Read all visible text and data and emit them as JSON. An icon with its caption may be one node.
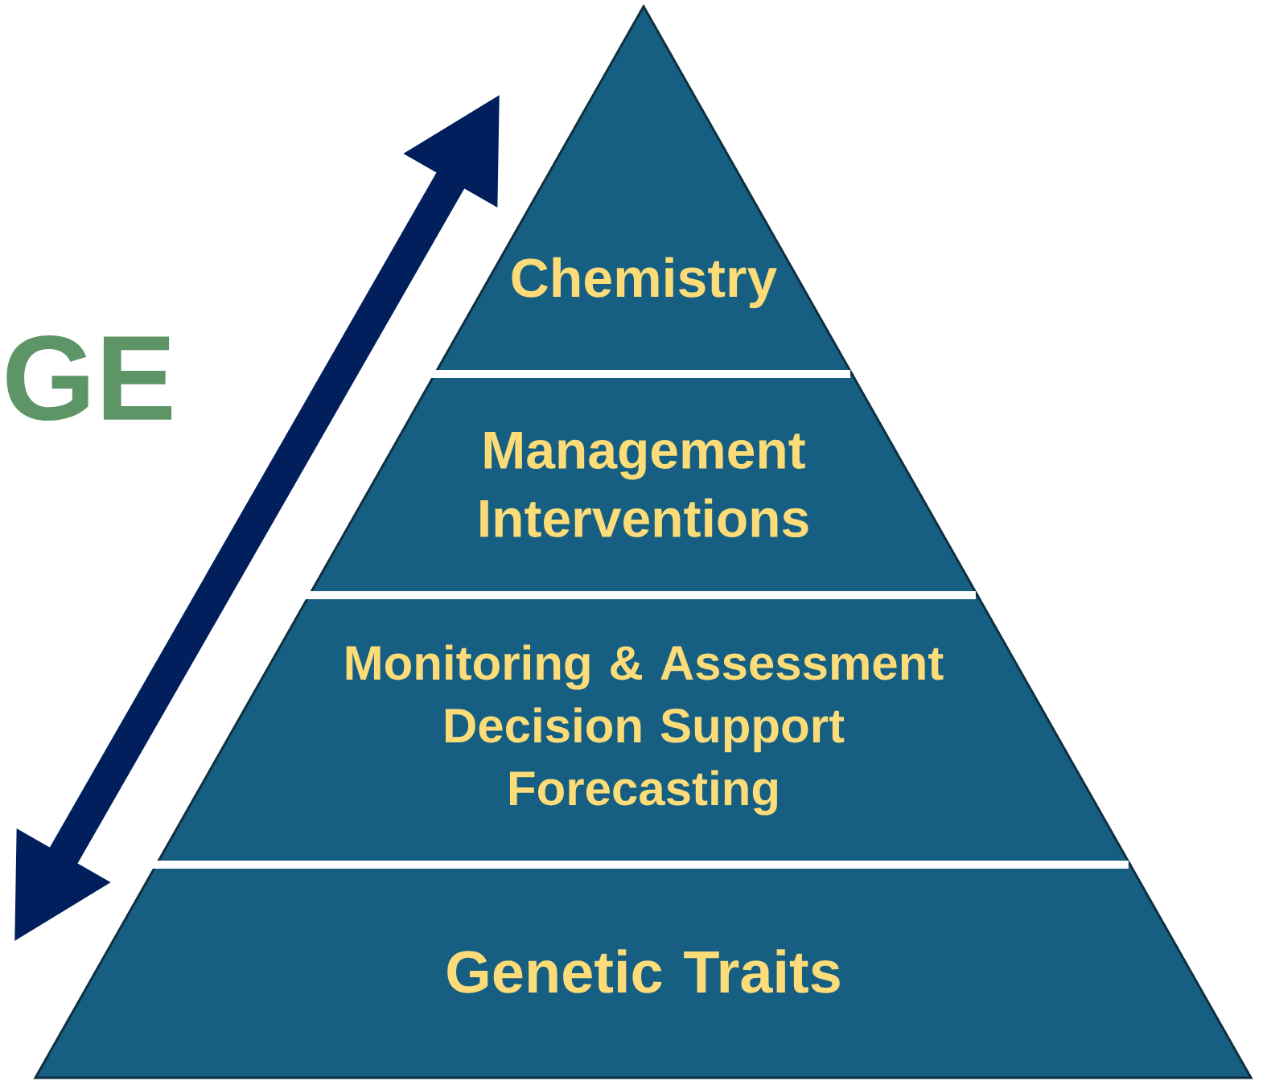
{
  "diagram": {
    "nodes": [
      {
        "text": [
          "Chemistry"
        ]
      },
      {
        "text": [
          "Management Interventions"
        ]
      },
      {
        "text": [
          "Monitoring & Assessment",
          "Decision Support",
          "Forecasting"
        ]
      },
      {
        "text": [
          "Genetic Traits"
        ]
      }
    ],
    "labels": [
      "GE"
    ]
  }
}
